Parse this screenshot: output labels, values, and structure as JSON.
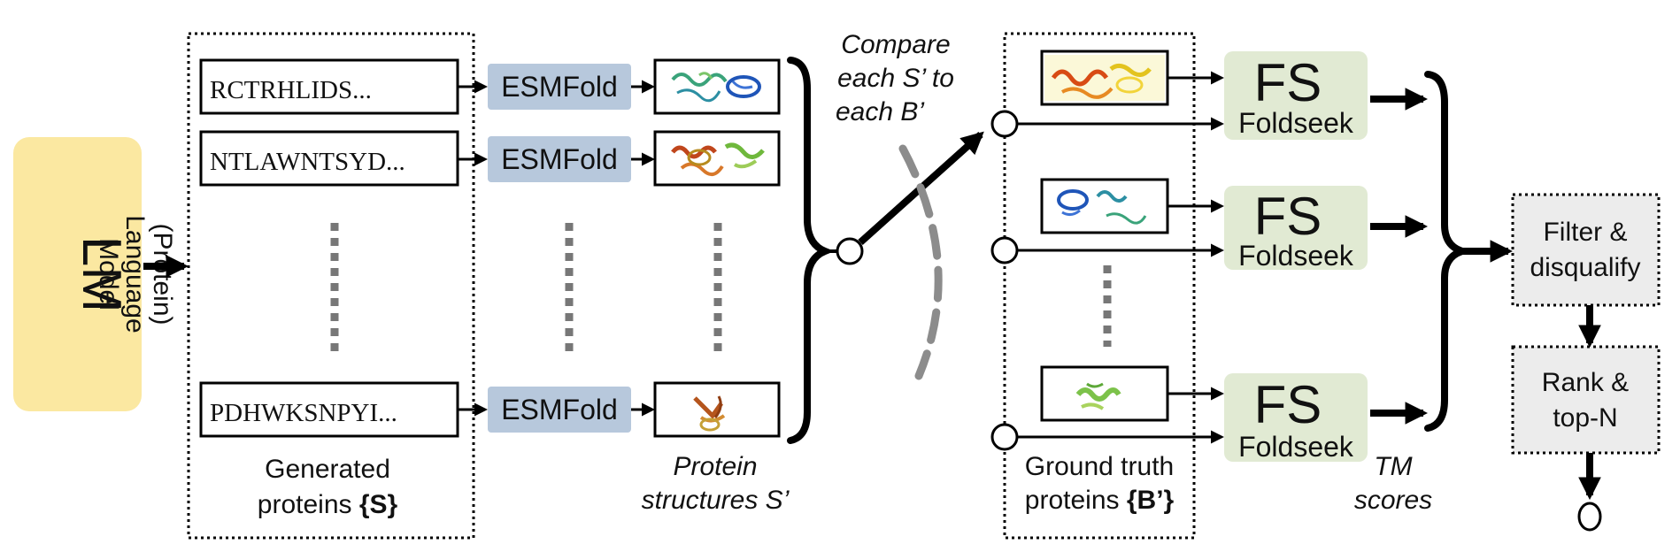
{
  "lm": {
    "title": "LM",
    "subtitle_line1": "(Protein)",
    "subtitle_line2": "Language",
    "subtitle_line3": "Model"
  },
  "sequences": [
    "RCTRHLIDS...",
    "NTLAWNTSYD...",
    "PDHWKSNPYI..."
  ],
  "esmfold_label": "ESMFold",
  "generated_caption": {
    "line1": "Generated",
    "line2_prefix": "proteins ",
    "line2_bold": "{S}"
  },
  "structures_caption": {
    "line1": "Protein",
    "line2": "structures S’"
  },
  "compare_caption": {
    "line1": "Compare",
    "line2": "each S’ to",
    "line3": "each B’"
  },
  "ground_truth_caption": {
    "line1": "Ground truth",
    "line2_prefix": "proteins ",
    "line2_bold": "{B’}"
  },
  "foldseek": {
    "abbr": "FS",
    "name": "Foldseek"
  },
  "tm_caption": {
    "line1": "TM",
    "line2": "scores"
  },
  "filter": {
    "line1": "Filter &",
    "line2": "disqualify"
  },
  "rank": {
    "line1": "Rank &",
    "line2": "top-N"
  },
  "colors": {
    "lm_fill": "#fbe8a1",
    "esmfold_fill": "#b7c8dc",
    "foldseek_fill": "#e1ead3",
    "step_fill": "#ececec",
    "stroke": "#000000",
    "dashed_arc": "#8c8c8c"
  },
  "icons": [
    "protein-structure-thumbnail",
    "dotted-vertical-ellipsis",
    "curly-brace",
    "switch-node",
    "arrow"
  ]
}
